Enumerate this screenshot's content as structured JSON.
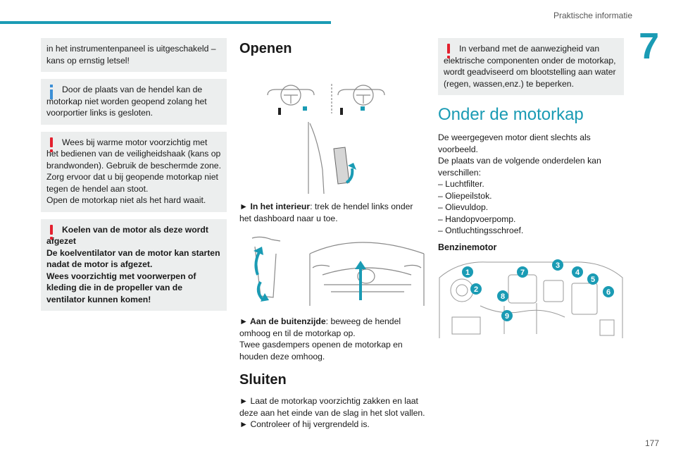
{
  "header": {
    "running_title": "Praktische informatie",
    "chapter_number": "7"
  },
  "col1": {
    "warn1": "in het instrumentenpaneel is uitgeschakeld – kans op ernstig letsel!",
    "info1": "Door de plaats van de hendel kan de motorkap niet worden geopend zolang het voorportier links is gesloten.",
    "warn2_lines": [
      "Wees bij warme motor voorzichtig met het bedienen van de veiligheidshaak (kans op brandwonden). Gebruik de beschermde zone.",
      "Zorg ervoor dat u bij geopende motorkap niet tegen de hendel aan stoot.",
      "Open de motorkap niet als het hard waait."
    ],
    "warn3_lines": [
      "Koelen van de motor als deze wordt afgezet",
      "De koelventilator van de motor kan starten nadat de motor is afgezet.",
      "Wees voorzichtig met voorwerpen of kleding die in de propeller van de ventilator kunnen komen!"
    ]
  },
  "col2": {
    "heading_open": "Openen",
    "step1_bold": "► In het interieur",
    "step1_text": ": trek de hendel links onder het dashboard naar u toe.",
    "step2_bold": "► Aan de buitenzijde",
    "step2_text": ": beweeg de hendel omhoog en til de motorkap op.",
    "step2_extra": "Twee gasdempers openen de motorkap en houden deze omhoog.",
    "heading_close": "Sluiten",
    "close1": "► Laat de motorkap voorzichtig zakken en laat deze aan het einde van de slag in het slot vallen.",
    "close2": "► Controleer of hij vergrendeld is."
  },
  "col3": {
    "warn": "In verband met de aanwezigheid van elektrische componenten onder de motorkap, wordt geadviseerd om blootstelling aan water (regen, wassen,enz.) te beperken.",
    "heading": "Onder de motorkap",
    "intro_lines": [
      "De weergegeven motor dient slechts als voorbeeld.",
      "De plaats van de volgende onderdelen kan verschillen:"
    ],
    "parts": [
      "– Luchtfilter.",
      "– Oliepeilstok.",
      "– Olievuldop.",
      "– Handopvoerpomp.",
      "– Ontluchtingsschroef."
    ],
    "subheading": "Benzinemotor",
    "engine_labels": [
      "1",
      "2",
      "3",
      "4",
      "5",
      "6",
      "7",
      "8",
      "9"
    ]
  },
  "footer": {
    "page_number": "177"
  },
  "colors": {
    "accent": "#1a9bb4",
    "warning": "#e3202e",
    "info": "#3c8fd6",
    "box_bg": "#eceeee"
  }
}
